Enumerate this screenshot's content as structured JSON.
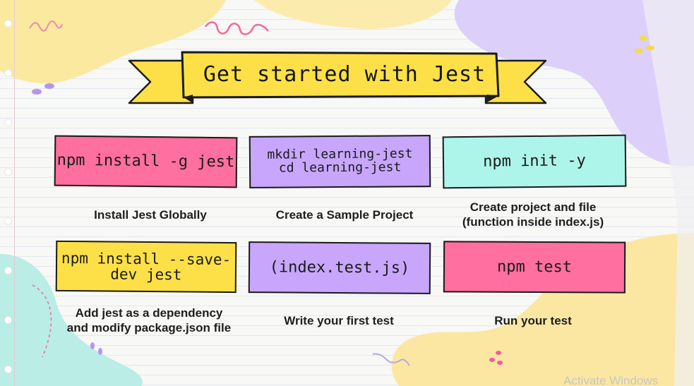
{
  "slide": {
    "title": "Get started with Jest",
    "steps": [
      {
        "command_lines": [
          "npm install -g jest"
        ],
        "caption_lines": [
          "Install Jest Globally"
        ]
      },
      {
        "command_lines": [
          "mkdir learning-jest",
          "cd learning-jest"
        ],
        "caption_lines": [
          "Create a Sample Project"
        ]
      },
      {
        "command_lines": [
          "npm init -y"
        ],
        "caption_lines": [
          "Create project and file",
          "(function inside index.js)"
        ]
      },
      {
        "command_lines": [
          "npm install --save-",
          "dev jest"
        ],
        "caption_lines": [
          "Add jest as a dependency",
          "and modify package.json file"
        ]
      },
      {
        "command_lines": [
          "(index.test.js)"
        ],
        "caption_lines": [
          "Write your first test"
        ]
      },
      {
        "command_lines": [
          "npm test"
        ],
        "caption_lines": [
          "Run your test"
        ]
      }
    ]
  },
  "watermark": "Activate Windows",
  "colors": {
    "pink": "#ff6f9f",
    "purple": "#c7a6fb",
    "mint": "#adf5ea",
    "yellow": "#fde047",
    "banner": "#fde047"
  }
}
